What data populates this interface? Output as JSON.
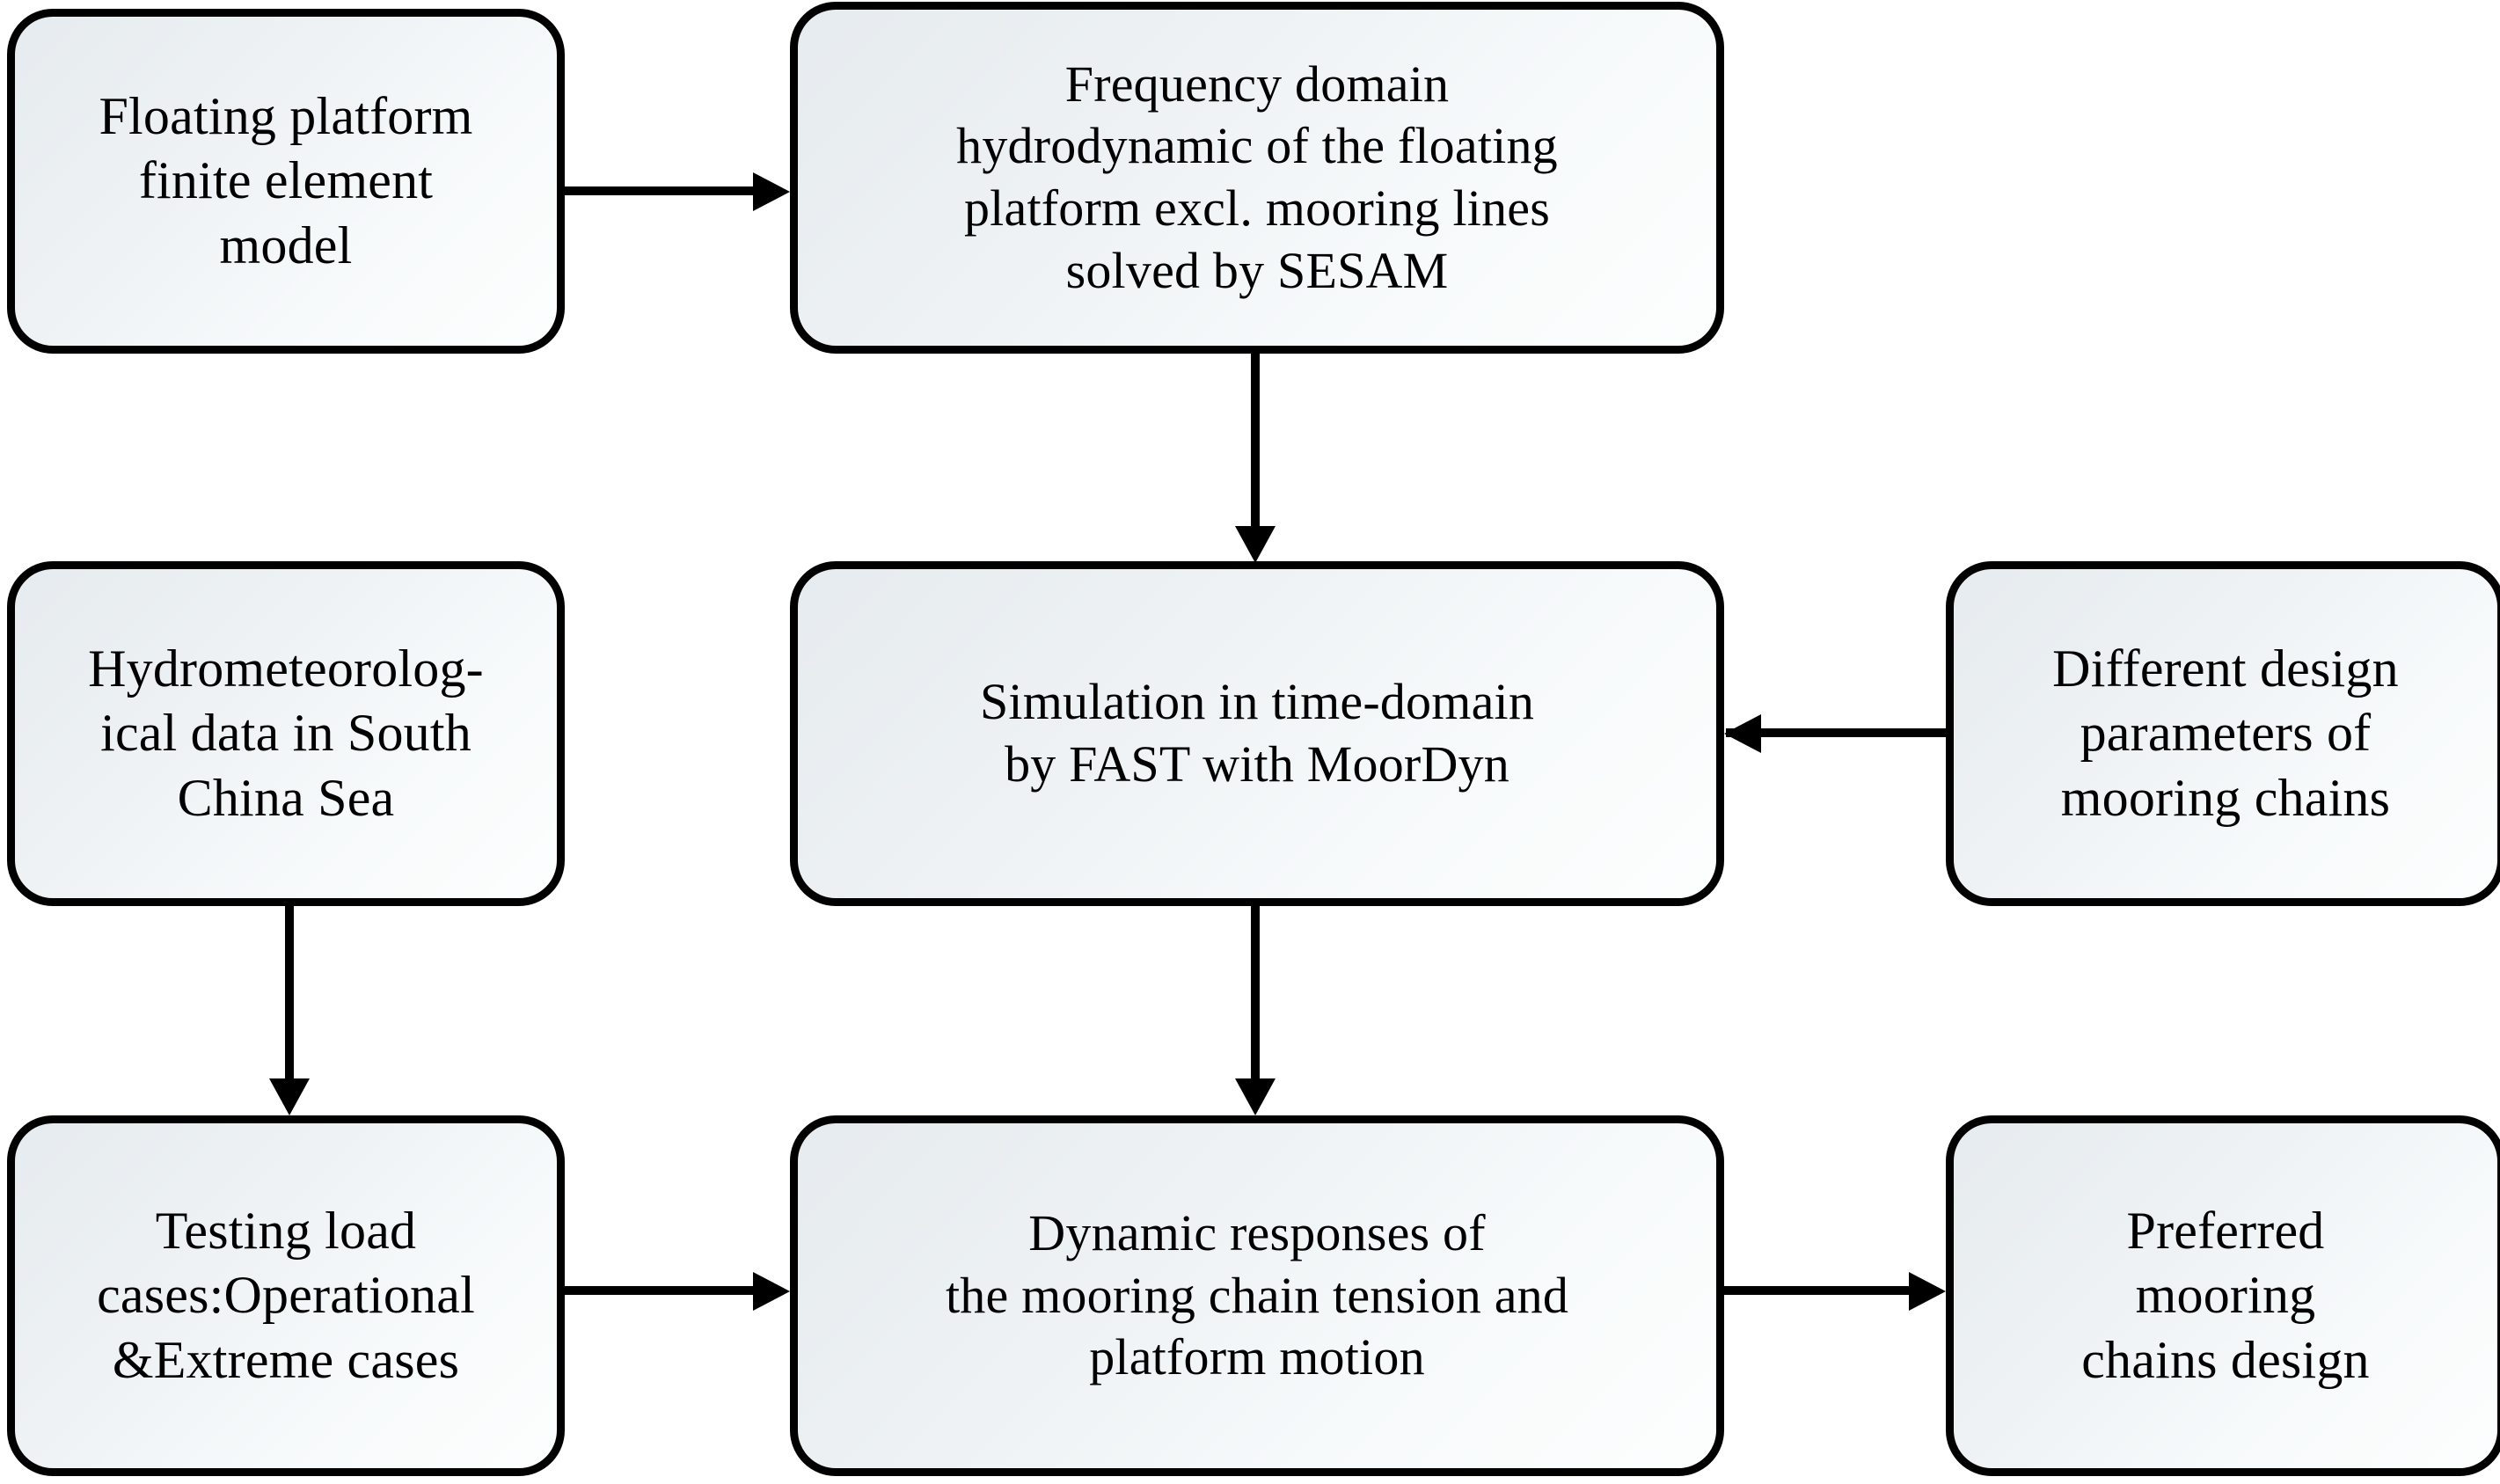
{
  "diagram": {
    "type": "flowchart",
    "title": "Mooring chain design simulation workflow",
    "orientation": "left-to-right, top-to-bottom",
    "background_color": "#ffffff",
    "node_border_color": "#000000",
    "node_fill_gradient_from": "#e6ebef",
    "node_fill_gradient_to": "#fdfefe",
    "edge_color": "#000000"
  },
  "nodes": {
    "fe_model": {
      "id": "fe-model",
      "label": "Floating platform\nfinite element\nmodel",
      "row": 1,
      "column": 1
    },
    "freq_domain": {
      "id": "freq-domain",
      "label": "Frequency domain\nhydrodynamic of the floating\nplatform excl. mooring lines\nsolved by SESAM",
      "row": 1,
      "column": 2
    },
    "hydromet": {
      "id": "hydromet",
      "label": "Hydrometeorolog-\nical data in South\nChina Sea",
      "row": 2,
      "column": 1
    },
    "time_domain": {
      "id": "time-domain",
      "label": "Simulation in time-domain\nby FAST with MoorDyn",
      "row": 2,
      "column": 2
    },
    "design_params": {
      "id": "design-params",
      "label": "Different design\nparameters of\nmooring chains",
      "row": 2,
      "column": 3
    },
    "load_cases": {
      "id": "load-cases",
      "label": "Testing load\ncases:Operational\n&Extreme cases",
      "row": 3,
      "column": 1
    },
    "dyn_response": {
      "id": "dyn-response",
      "label": "Dynamic responses of\nthe mooring chain tension and\nplatform motion",
      "row": 3,
      "column": 2
    },
    "preferred": {
      "id": "preferred",
      "label": "Preferred\nmooring\nchains design",
      "row": 3,
      "column": 3
    }
  },
  "edges": [
    {
      "id": "fe-to-freq",
      "from": "fe_model",
      "to": "freq_domain",
      "direction": "right"
    },
    {
      "id": "freq-to-time",
      "from": "freq_domain",
      "to": "time_domain",
      "direction": "down"
    },
    {
      "id": "params-to-time",
      "from": "design_params",
      "to": "time_domain",
      "direction": "left"
    },
    {
      "id": "hydro-to-cases",
      "from": "hydromet",
      "to": "load_cases",
      "direction": "down"
    },
    {
      "id": "time-to-dyn",
      "from": "time_domain",
      "to": "dyn_response",
      "direction": "down"
    },
    {
      "id": "cases-to-dyn",
      "from": "load_cases",
      "to": "dyn_response",
      "direction": "right"
    },
    {
      "id": "dyn-to-pref",
      "from": "dyn_response",
      "to": "preferred",
      "direction": "right"
    }
  ]
}
